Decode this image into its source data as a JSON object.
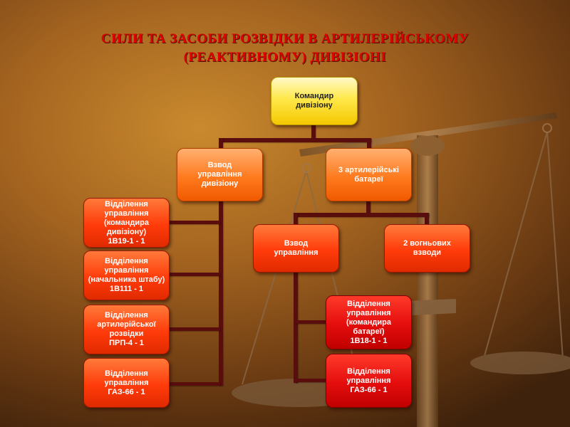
{
  "title": {
    "line1": "СИЛИ ТА ЗАСОБИ РОЗВІДКИ В АРТИЛЕРІЙСЬКОМУ",
    "line2": "(РЕАКТИВНОМУ) ДИВІЗІОНІ"
  },
  "nodes": {
    "commander": "Командир\nдивізіону",
    "platoon_mgmt_div": "Взвод\nуправління\nдивізіону",
    "artillery_batteries": "3 артилерійські\nбатареї",
    "platoon_mgmt": "Взвод\nуправління",
    "fire_platoons": "2 вогньових\nвзводи",
    "section_cmd_div": "Відділення\nуправління\n(командира\nдивізіону)\n1В19-1  - 1",
    "section_chief_staff": "Відділення\nуправління\n(начальника штабу)\n1В111  - 1",
    "section_art_recon": "Відділення\nартилерійської\nрозвідки\nПРП-4 - 1",
    "section_mgmt_gaz_left": "Відділення\nуправління\nГАЗ-66 - 1",
    "section_cmd_battery": "Відділення\nуправління\n(командира\nбатареї)\n1В18-1  - 1",
    "section_mgmt_gaz_right": "Відділення\nуправління\nГАЗ-66 - 1"
  },
  "colors": {
    "title": "#e00000",
    "connector": "#5a0d0d",
    "yellow_box": "#ffe84a",
    "orange_box": "#ff7a1e",
    "red_box": "#e40d0d"
  },
  "background_image": "scales-of-justice"
}
